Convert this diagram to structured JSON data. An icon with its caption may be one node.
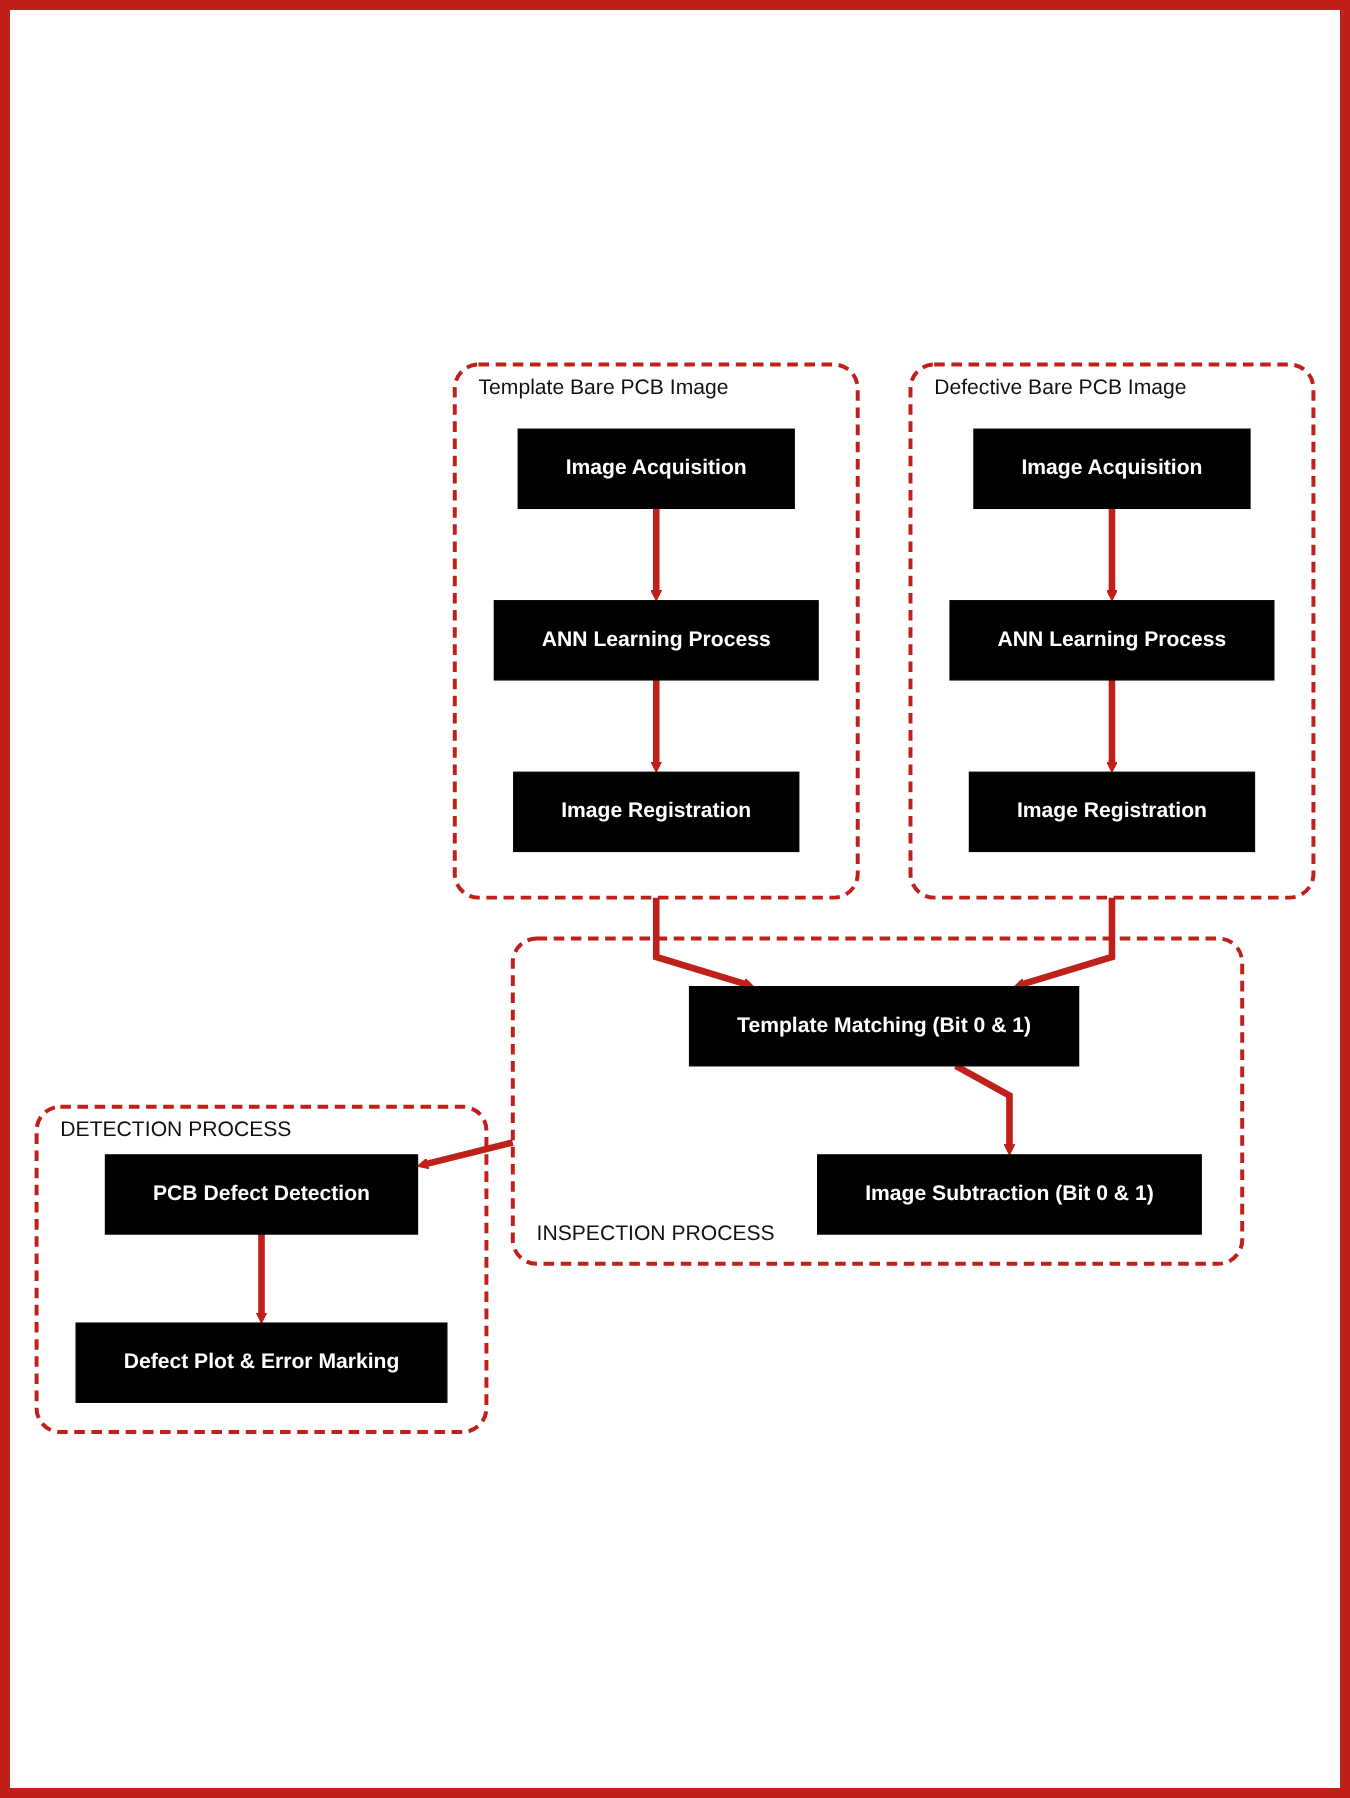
{
  "diagram": {
    "nodes": [
      {
        "text": [
          "Template Bare PCB Image"
        ]
      },
      {
        "text": [
          "Image Acquisition"
        ],
        "in": 0
      },
      {
        "text": [
          "ANN Learning Process"
        ],
        "in": 0
      },
      {
        "text": [
          "Image Registration"
        ],
        "in": 0
      },
      {
        "text": [
          "Defective Bare PCB Image"
        ]
      },
      {
        "text": [
          "Image Acquisition"
        ],
        "in": 4
      },
      {
        "text": [
          "ANN Learning Process"
        ],
        "in": 4
      },
      {
        "text": [
          "Image Registration"
        ],
        "in": 4
      },
      {
        "text": [
          "INSPECTION PROCESS"
        ]
      },
      {
        "text": [
          "Template Matching (Bit 0 & 1)"
        ],
        "in": 8
      },
      {
        "text": [
          "Image Subtraction (Bit 0 & 1)"
        ],
        "in": 8
      },
      {
        "text": [
          "DETECTION PROCESS"
        ]
      },
      {
        "text": [
          "PCB Defect Detection"
        ],
        "in": 11
      },
      {
        "text": [
          "Defect Plot & Error Marking"
        ],
        "in": 11
      }
    ],
    "edges": [
      {
        "from": 1,
        "to": 2,
        "arrow": "to"
      },
      {
        "from": 2,
        "to": 3,
        "arrow": "to"
      },
      {
        "from": 5,
        "to": 6,
        "arrow": "to"
      },
      {
        "from": 6,
        "to": 7,
        "arrow": "to"
      },
      {
        "from": 0,
        "to": 9,
        "arrow": "to"
      },
      {
        "from": 4,
        "to": 9,
        "arrow": "to"
      },
      {
        "from": 9,
        "to": 10,
        "arrow": "to"
      },
      {
        "from": 8,
        "to": 12,
        "arrow": "to"
      },
      {
        "from": 12,
        "to": 13,
        "arrow": "to"
      }
    ]
  }
}
